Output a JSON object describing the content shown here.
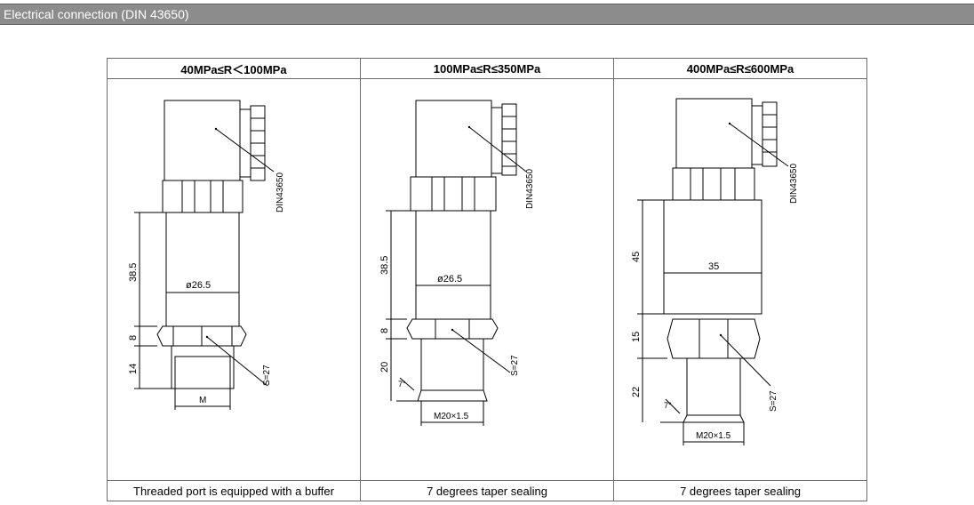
{
  "header": {
    "title": "Electrical connection (DIN 43650)"
  },
  "table": {
    "columns": [
      {
        "range": "40MPa≤R＜100MPa",
        "note": "Threaded port is equipped with a buffer",
        "labels": {
          "din": "DIN43650",
          "body_len": "38.5",
          "dia": "ø26.5",
          "hex_h": "8",
          "thread_len": "14",
          "hex": "S=27",
          "thread": "M"
        }
      },
      {
        "range": "100MPa≤R≤350MPa",
        "note": "7 degrees taper sealing",
        "labels": {
          "din": "DIN43650",
          "body_len": "38.5",
          "dia": "ø26.5",
          "hex_h": "8",
          "thread_len": "20",
          "hex": "S=27",
          "thread": "M20×1.5",
          "angle": "7°"
        }
      },
      {
        "range": "400MPa≤R≤600MPa",
        "note": "7 degrees taper sealing",
        "labels": {
          "din": "DIN43650",
          "body_len": "45",
          "dia": "35",
          "hex_h": "15",
          "thread_len": "22",
          "hex": "S=27",
          "thread": "M20×1.5",
          "angle": "7°"
        }
      }
    ]
  }
}
